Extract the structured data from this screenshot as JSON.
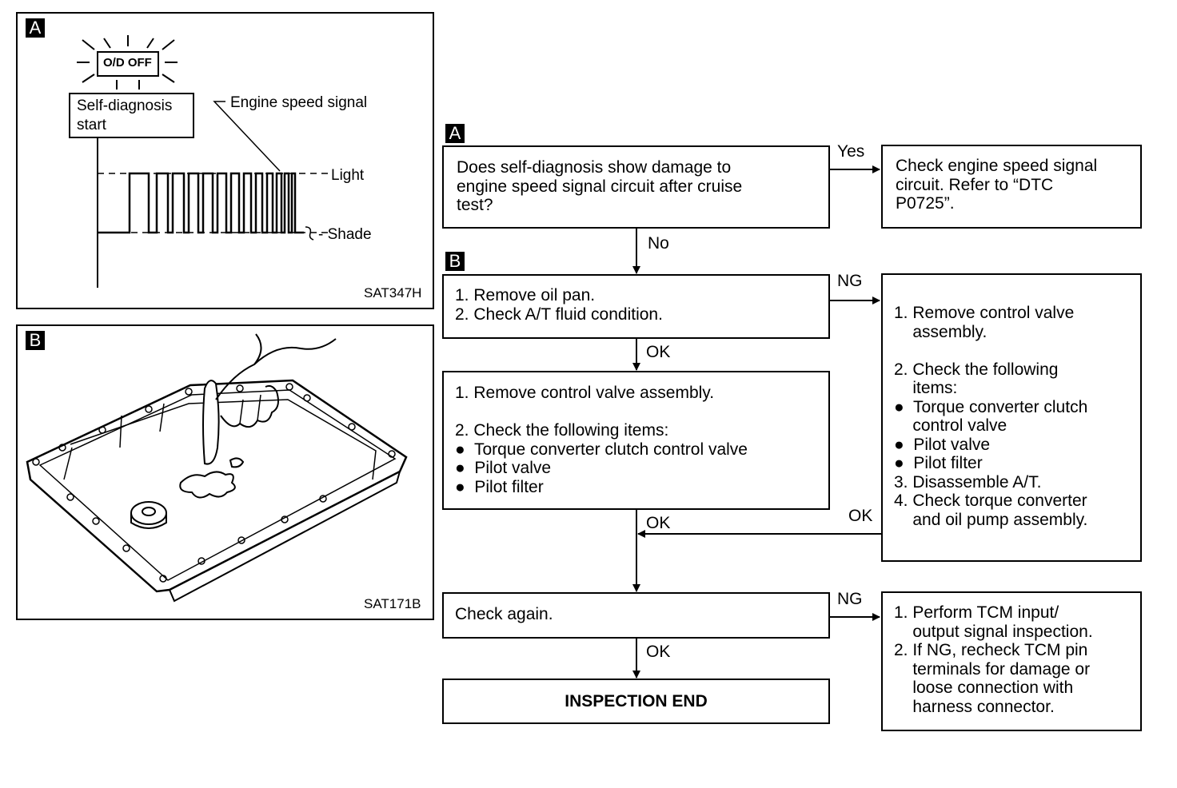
{
  "panel_a": {
    "tag": "A",
    "od_off": "O/D OFF",
    "self_diag_line1": "Self-diagnosis",
    "self_diag_line2": "start",
    "engine_speed_signal": "Engine speed signal",
    "light": "Light",
    "shade": "Shade",
    "code": "SAT347H"
  },
  "panel_b": {
    "tag": "B",
    "code": "SAT171B"
  },
  "flow": {
    "tag_a": "A",
    "tag_b": "B",
    "q1": "Does self-diagnosis show damage to\nengine speed signal circuit after cruise\ntest?",
    "yes": "Yes",
    "yes_box": "Check engine speed signal\ncircuit. Refer to “DTC\nP0725”.",
    "no": "No",
    "step_b": "1. Remove oil pan.\n2. Check A/T fluid condition.",
    "ng1": "NG",
    "ng1_box": "1. Remove control valve\n    assembly.\n\n2. Check the following\n    items:\n●  Torque converter clutch\n    control valve\n●  Pilot valve\n●  Pilot filter\n3. Disassemble A/T.\n4. Check torque converter\n    and oil pump assembly.",
    "ok1": "OK",
    "step_c": "1. Remove control valve assembly.\n\n2. Check the following items:\n●  Torque converter clutch control valve\n●  Pilot valve\n●  Pilot filter",
    "ok2": "OK",
    "ok3": "OK",
    "check_again": "Check again.",
    "ng2": "NG",
    "ng2_box": "1. Perform TCM input/\n    output signal inspection.\n2. If NG, recheck TCM pin\n    terminals for damage or\n    loose connection with\n    harness connector.",
    "ok4": "OK",
    "end": "INSPECTION END"
  }
}
